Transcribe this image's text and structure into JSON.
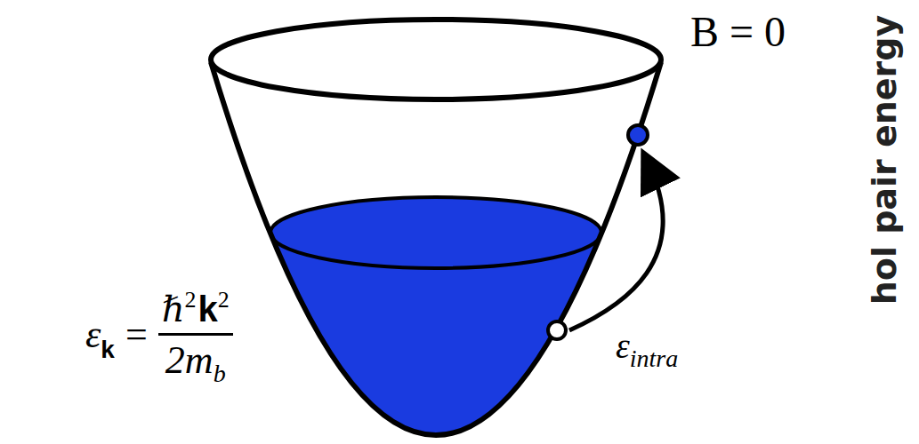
{
  "diagram": {
    "labels": [
      "B = 0",
      "ε",
      "k",
      "=",
      "ℏ",
      "2",
      "k",
      "2",
      "2m",
      "b",
      "ε",
      "intra",
      "hol pair energy"
    ]
  }
}
